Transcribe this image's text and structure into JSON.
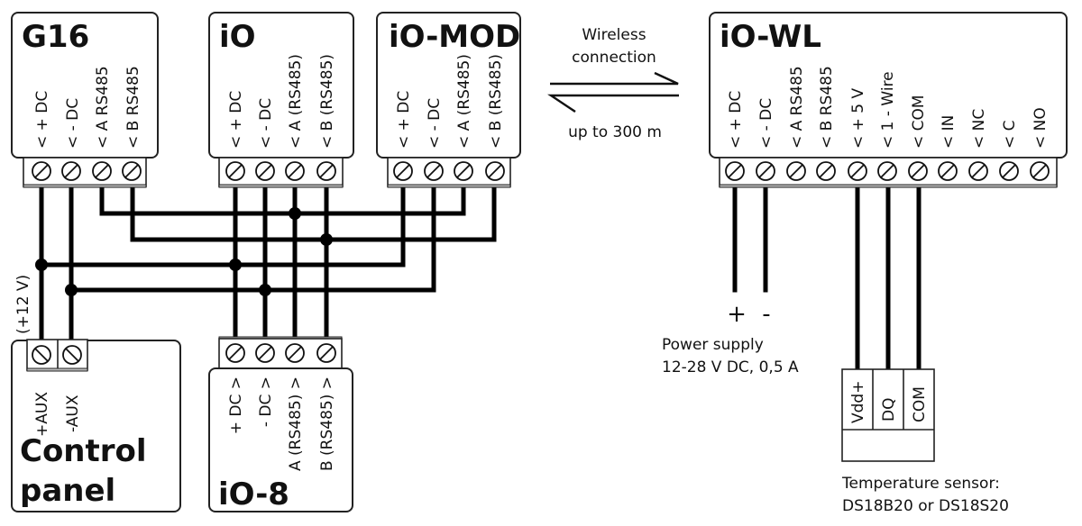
{
  "modules": {
    "g16": {
      "title": "G16",
      "terminals": [
        "< + DC",
        "< - DC",
        "< A RS485",
        "< B RS485"
      ]
    },
    "io": {
      "title": "iO",
      "terminals": [
        "< + DC",
        "< - DC",
        "< A (RS485)",
        "< B (RS485)"
      ]
    },
    "iomod": {
      "title": "iO-MOD",
      "terminals": [
        "< + DC",
        "< - DC",
        "< A (RS485)",
        "< B (RS485)"
      ]
    },
    "iowl": {
      "title": "iO-WL",
      "terminals": [
        "< + DC",
        "< - DC",
        "< A RS485",
        "< B RS485",
        "< + 5 V",
        "< 1 - Wire",
        "< COM",
        "< IN",
        "< NC",
        "< C",
        "< NO"
      ]
    },
    "io8": {
      "title": "iO-8",
      "terminals": [
        "+ DC >",
        "- DC >",
        "A (RS485) >",
        "B (RS485) >"
      ]
    },
    "control_panel": {
      "title_line1": "Control",
      "title_line2": "panel",
      "terminals": [
        "+AUX",
        "-AUX"
      ],
      "voltage_label": "(+12 V)"
    }
  },
  "wireless": {
    "label_line1": "Wireless",
    "label_line2": "connection",
    "range": "up to 300 m"
  },
  "power_supply": {
    "plus": "+",
    "minus": "-",
    "label_line1": "Power supply",
    "label_line2": "12-28 V DC, 0,5 A"
  },
  "temp_sensor": {
    "pins": [
      "Vdd+",
      "DQ",
      "COM"
    ],
    "label_line1": "Temperature sensor:",
    "label_line2": "DS18B20 or DS18S20"
  }
}
